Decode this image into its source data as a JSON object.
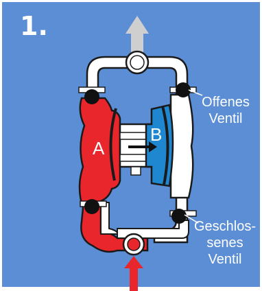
{
  "step_number": "1.",
  "chamber_a_label": "A",
  "chamber_b_label": "B",
  "open_valve_label_lines": [
    "Offenes",
    "Ventil"
  ],
  "closed_valve_label_lines": [
    "Geschlos-",
    "senes",
    "Ventil"
  ],
  "colors": {
    "background": "#5b8ed4",
    "chamber_a": "#e8262b",
    "chamber_b": "#1f86d0",
    "body": "#ffffff",
    "outline": "#1a1a1a",
    "valve_ball": "#111111",
    "outlet_arrow": "#cfcfcf",
    "inlet_arrow": "#e8262b"
  },
  "icons": {
    "outlet_arrow": "arrow-up-icon",
    "inlet_arrow": "arrow-up-icon",
    "flow_arrow": "arrow-right-icon"
  }
}
